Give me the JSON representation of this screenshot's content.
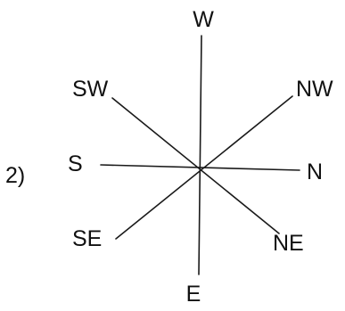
{
  "problem_number": "2)",
  "directions": {
    "top": "W",
    "top_right": "NW",
    "right": "N",
    "bottom_right": "NE",
    "bottom": "E",
    "bottom_left": "SE",
    "left": "S",
    "top_left": "SW"
  },
  "colors": {
    "ink": "#1a1a1a",
    "background": "#ffffff"
  }
}
